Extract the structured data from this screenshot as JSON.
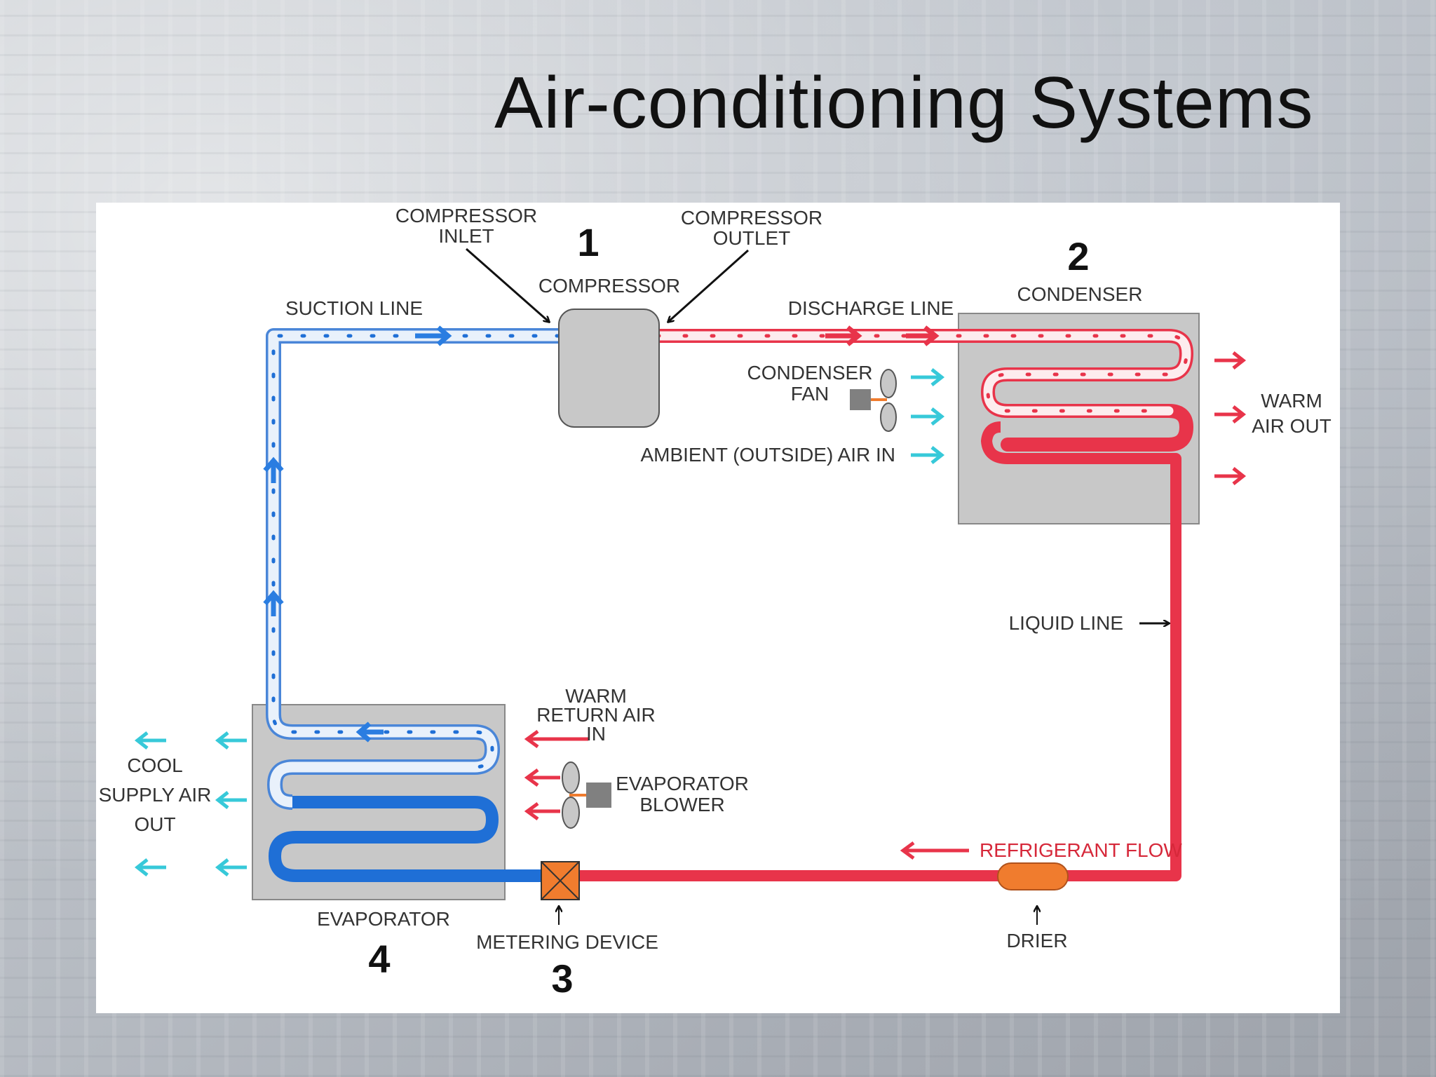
{
  "title": "Air-conditioning Systems",
  "diagram": {
    "numbers": [
      "1",
      "2",
      "3",
      "4"
    ],
    "labels": {
      "compressor_inlet_1": "COMPRESSOR",
      "compressor_inlet_2": "INLET",
      "compressor_outlet_1": "COMPRESSOR",
      "compressor_outlet_2": "OUTLET",
      "compressor": "COMPRESSOR",
      "condenser": "CONDENSER",
      "suction_line": "SUCTION LINE",
      "discharge_line": "DISCHARGE LINE",
      "condenser_fan_1": "CONDENSER",
      "condenser_fan_2": "FAN",
      "ambient_air": "AMBIENT (OUTSIDE) AIR IN",
      "warm_air_out_1": "WARM",
      "warm_air_out_2": "AIR OUT",
      "liquid_line": "LIQUID LINE",
      "warm_return_1": "WARM",
      "warm_return_2": "RETURN AIR",
      "warm_return_3": "IN",
      "evaporator_blower_1": "EVAPORATOR",
      "evaporator_blower_2": "BLOWER",
      "cool_supply_1": "COOL",
      "cool_supply_2": "SUPPLY AIR",
      "cool_supply_3": "OUT",
      "refrigerant_flow": "REFRIGERANT FLOW",
      "evaporator": "EVAPORATOR",
      "metering_device": "METERING DEVICE",
      "drier": "DRIER"
    },
    "colors": {
      "hot": "#e8344a",
      "cold": "#1f6fd6",
      "cold_light": "#e9f1fb",
      "air": "#37c9d9",
      "box": "#c8c8c8",
      "metering": "#f07c2e"
    }
  }
}
